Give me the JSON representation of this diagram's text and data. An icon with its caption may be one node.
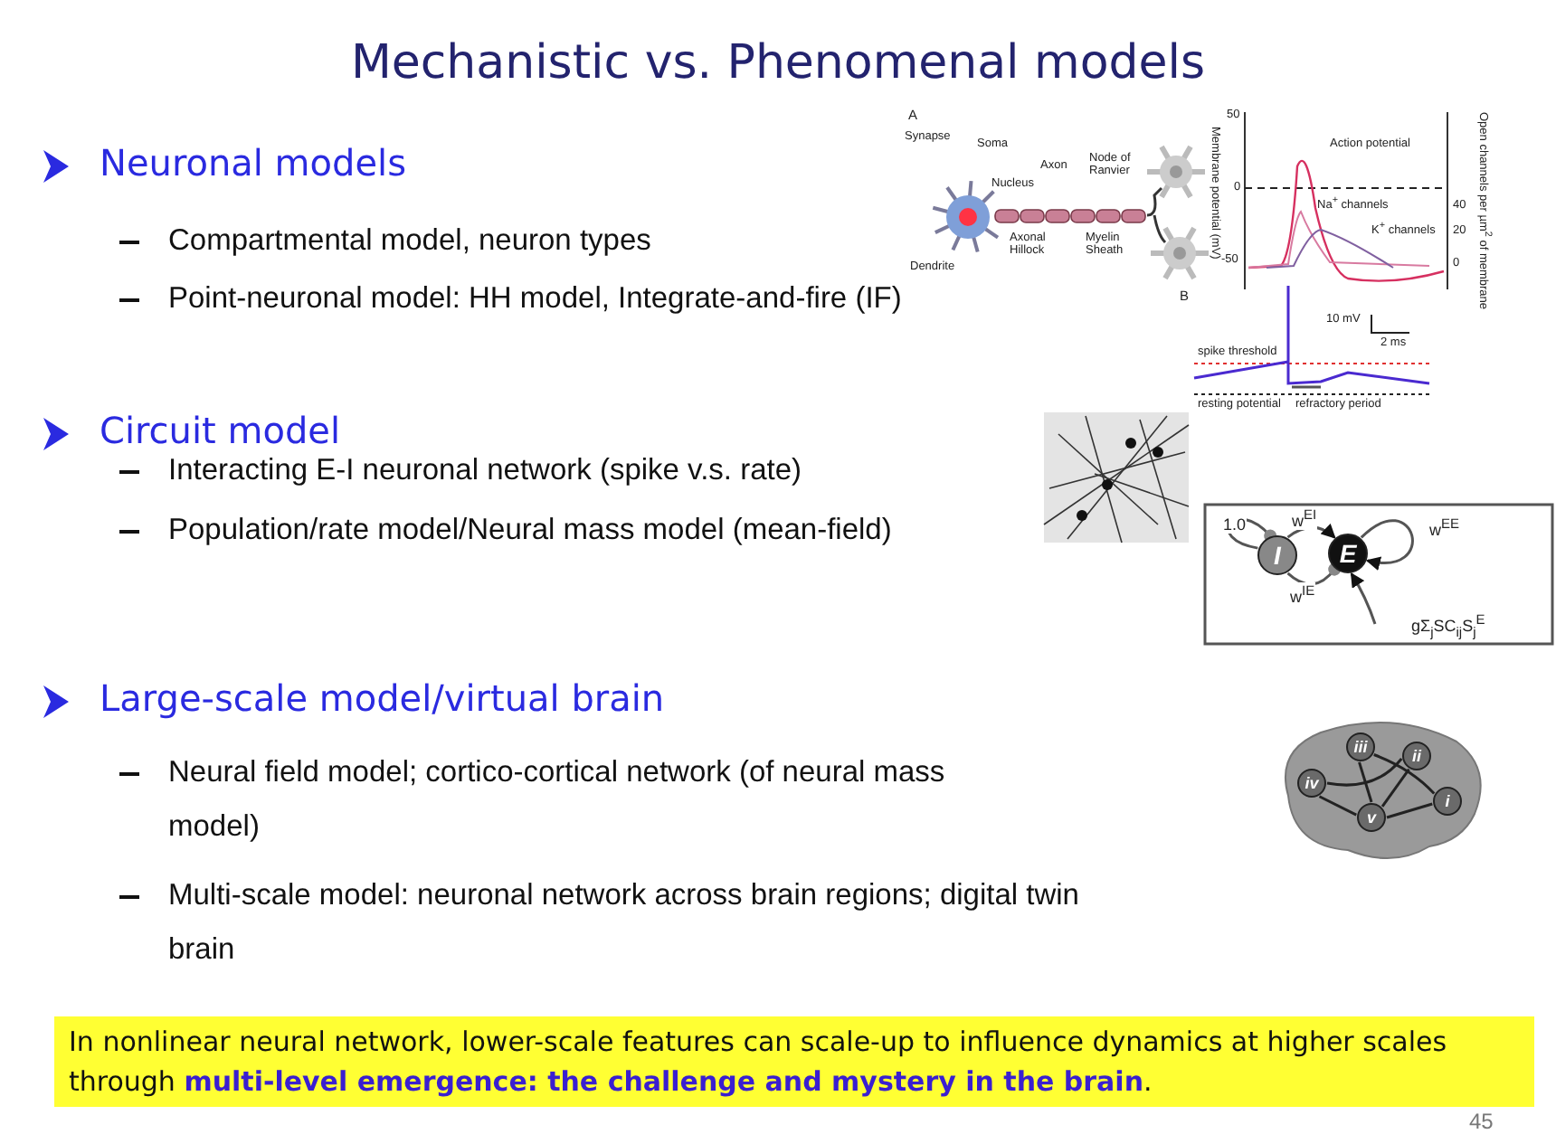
{
  "diagram": {
    "title": "Mechanistic vs. Phenomenal models",
    "nodes": [
      {
        "text": [
          "I"
        ]
      },
      {
        "text": [
          "E"
        ]
      },
      {
        "text": [
          "iii"
        ]
      },
      {
        "text": [
          "ii"
        ]
      },
      {
        "text": [
          "iv"
        ]
      },
      {
        "text": [
          "i"
        ]
      },
      {
        "text": [
          "v"
        ]
      }
    ],
    "edges": [
      {
        "from": 0,
        "to": 0,
        "arrow": "other",
        "label": "1.0"
      },
      {
        "from": 0,
        "to": 1,
        "arrow": "to",
        "label": "w$^{EI}$"
      },
      {
        "from": 1,
        "to": 1,
        "arrow": "to",
        "label": "w$^{EE}$"
      },
      {
        "from": 0,
        "to": 1,
        "arrow": "other",
        "label": "w$^{IE}$"
      },
      {
        "from": null,
        "to": 1,
        "arrow": "to",
        "label": "gΣ$_{j}$SC$_{ij}$S$_{j}$$^{E}$"
      },
      {
        "from": 4,
        "to": 6,
        "arrow": "none"
      },
      {
        "from": 4,
        "to": 3,
        "arrow": "none"
      },
      {
        "from": 2,
        "to": 6,
        "arrow": "none"
      },
      {
        "from": 2,
        "to": 5,
        "arrow": "none"
      },
      {
        "from": 3,
        "to": 6,
        "arrow": "none"
      },
      {
        "from": 6,
        "to": 5,
        "arrow": "none"
      }
    ],
    "labels": [
      "Neuronal models",
      "Compartmental model, neuron types",
      "Point-neuronal model: HH model, Integrate-and-fire (IF)",
      "Circuit model",
      "Interacting E-I neuronal network (spike v.s. rate)",
      "Population/rate model/Neural mass model (mean-field)",
      "Large-scale model/virtual brain",
      "Neural field model; cortico-cortical network (of neural mass model)",
      "Multi-scale model: neuronal network across brain regions;  digital twin brain",
      "In nonlinear neural network, lower-scale features can scale-up to influence dynamics at higher scales through **multi-level emergence: the challenge and mystery in the brain**.",
      "45",
      "A",
      "Synapse",
      "Soma",
      "Axon",
      "Node of Ranvier",
      "Nucleus",
      "Axonal Hillock",
      "Myelin Sheath",
      "Dendrite",
      "50",
      "0",
      "-50",
      "Membrane potential (mV)",
      "Action potential",
      "Na$^{+}$ channels",
      "K$^{+}$ channels",
      "40",
      "20",
      "0",
      "Open channels per µm$^{2}$ of membrane",
      "B",
      "10 mV",
      "2 ms",
      "spike threshold",
      "resting potential",
      "refractory period"
    ]
  }
}
